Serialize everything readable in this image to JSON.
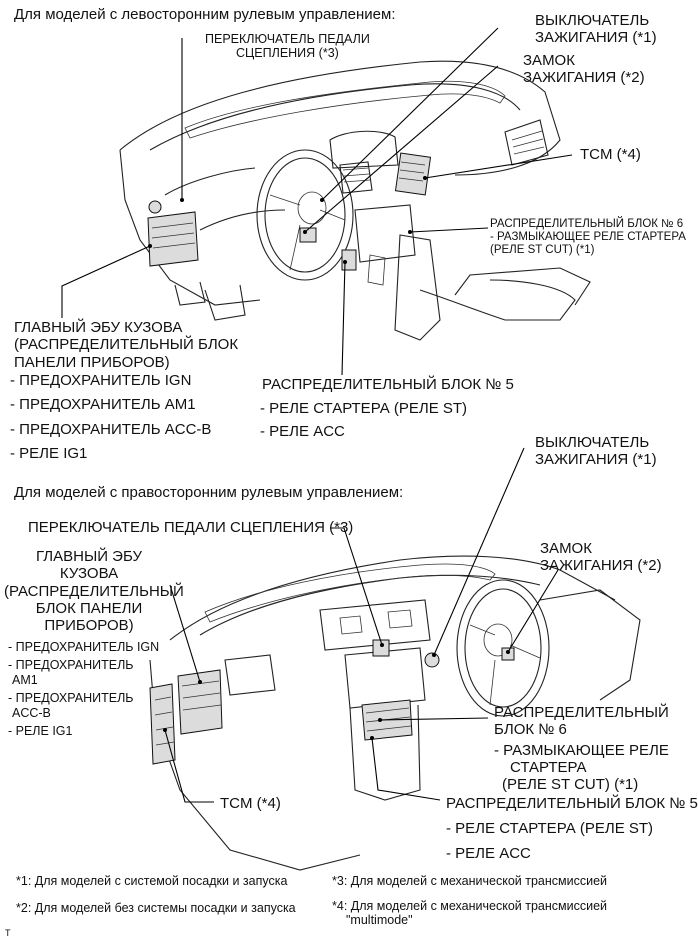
{
  "lhd": {
    "heading": "Для моделей с левосторонним рулевым управлением:",
    "clutch_switch": [
      "ПЕРЕКЛЮЧАТЕЛЬ ПЕДАЛИ",
      "СЦЕПЛЕНИЯ (*3)"
    ],
    "ignition_switch": [
      "ВЫКЛЮЧАТЕЛЬ",
      "ЗАЖИГАНИЯ (*1)"
    ],
    "ignition_lock": [
      "ЗАМОК",
      "ЗАЖИГАНИЯ (*2)"
    ],
    "tcm": "TCM (*4)",
    "junction6": [
      "РАСПРЕДЕЛИТЕЛЬНЫЙ БЛОК № 6",
      "- РАЗМЫКАЮЩЕЕ РЕЛЕ СТАРТЕРА",
      "(РЕЛЕ ST CUT) (*1)"
    ],
    "main_body_ecu": [
      "ГЛАВНЫЙ ЭБУ КУЗОВА",
      "(РАСПРЕДЕЛИТЕЛЬНЫЙ БЛОК",
      "ПАНЕЛИ ПРИБОРОВ)"
    ],
    "main_body_items": [
      "- ПРЕДОХРАНИТЕЛЬ IGN",
      "- ПРЕДОХРАНИТЕЛЬ AM1",
      "- ПРЕДОХРАНИТЕЛЬ ACC-B",
      "- РЕЛЕ IG1"
    ],
    "junction5": "РАСПРЕДЕЛИТЕЛЬНЫЙ БЛОК № 5",
    "junction5_items": [
      "- РЕЛЕ СТАРТЕРА  (РЕЛЕ ST)",
      "- РЕЛЕ ACC"
    ]
  },
  "rhd": {
    "heading": "Для моделей с правосторонним рулевым управлением:",
    "ignition_switch": [
      "ВЫКЛЮЧАТЕЛЬ",
      "ЗАЖИГАНИЯ (*1)"
    ],
    "clutch_switch": "ПЕРЕКЛЮЧАТЕЛЬ ПЕДАЛИ СЦЕПЛЕНИЯ (*3)",
    "main_body_ecu": [
      "ГЛАВНЫЙ ЭБУ",
      "КУЗОВА",
      "(РАСПРЕДЕЛИТЕЛЬНЫЙ",
      "БЛОК ПАНЕЛИ",
      "ПРИБОРОВ)"
    ],
    "ignition_lock": [
      "ЗАМОК",
      "ЗАЖИГАНИЯ (*2)"
    ],
    "main_body_items": [
      "- ПРЕДОХРАНИТЕЛЬ IGN",
      "- ПРЕДОХРАНИТЕЛЬ",
      "AM1",
      "- ПРЕДОХРАНИТЕЛЬ",
      "ACC-B",
      "- РЕЛЕ IG1"
    ],
    "junction6": [
      "РАСПРЕДЕЛИТЕЛЬНЫЙ",
      "БЛОК № 6",
      "- РАЗМЫКАЮЩЕЕ РЕЛЕ",
      "СТАРТЕРА",
      "(РЕЛЕ ST CUT) (*1)"
    ],
    "tcm": "TCM (*4)",
    "junction5": "РАСПРЕДЕЛИТЕЛЬНЫЙ БЛОК № 5",
    "junction5_items": [
      "- РЕЛЕ СТАРТЕРА (РЕЛЕ ST)",
      "- РЕЛЕ ACC"
    ]
  },
  "footnotes": [
    "*1: Для моделей с системой посадки и запуска",
    "*2: Для моделей без системы посадки и запуска",
    "*3: Для моделей с механической трансмиссией",
    "*4: Для моделей с механической трансмиссией",
    "\"multimode\""
  ],
  "corner_mark": "T"
}
